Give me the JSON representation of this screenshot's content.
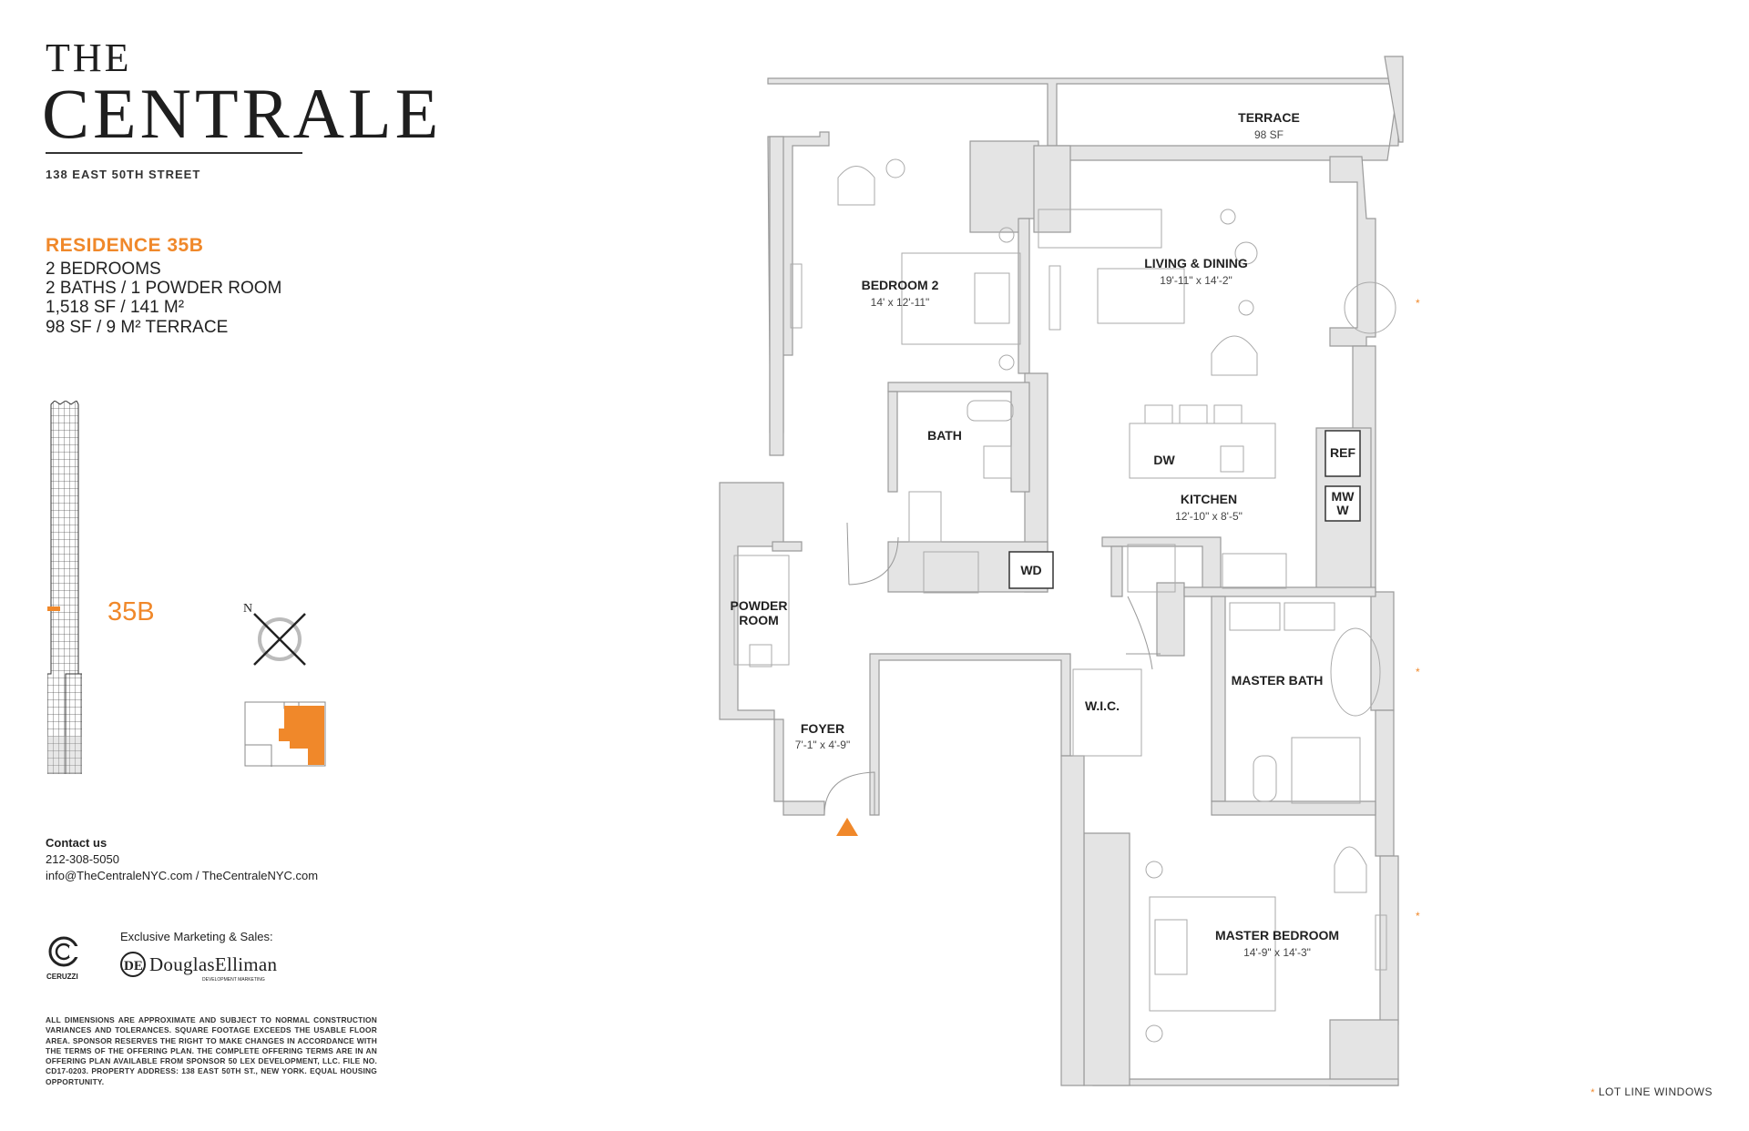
{
  "brand": {
    "line1": "THE",
    "line2": "CENTRALE",
    "address": "138 EAST 50TH STREET"
  },
  "residence": {
    "title": "RESIDENCE 35B",
    "bedrooms": "2 BEDROOMS",
    "baths": "2 BATHS / 1 POWDER ROOM",
    "area": "1,518 SF / 141 M²",
    "terrace": "98 SF / 9 M² TERRACE",
    "unit": "35B"
  },
  "compass": {
    "north": "N"
  },
  "contact": {
    "title": "Contact us",
    "phone": "212-308-5050",
    "web": "info@TheCentraleNYC.com / TheCentraleNYC.com"
  },
  "marketing": {
    "label": "Exclusive Marketing & Sales:",
    "ceruzzi": "CERUZZI",
    "de": "DouglasElliman",
    "de_sub": "DEVELOPMENT MARKETING"
  },
  "disclaimer": "ALL DIMENSIONS ARE APPROXIMATE AND SUBJECT TO NORMAL CONSTRUCTION VARIANCES AND TOLERANCES. SQUARE FOOTAGE EXCEEDS THE USABLE FLOOR AREA. SPONSOR RESERVES THE RIGHT TO MAKE CHANGES IN ACCORDANCE WITH THE TERMS OF THE OFFERING PLAN. THE COMPLETE OFFERING TERMS ARE IN AN OFFERING PLAN AVAILABLE FROM SPONSOR 50 LEX DEVELOPMENT, LLC. FILE NO. CD17-0203. PROPERTY ADDRESS: 138 EAST 50TH ST., NEW YORK. EQUAL HOUSING OPPORTUNITY.",
  "rooms": {
    "terrace": {
      "name": "TERRACE",
      "dim": "98 SF"
    },
    "living": {
      "name": "LIVING & DINING",
      "dim": "19'-11\" x 14'-2\""
    },
    "bedroom2": {
      "name": "BEDROOM 2",
      "dim": "14' x 12'-11\""
    },
    "bath": {
      "name": "BATH"
    },
    "kitchen": {
      "name": "KITCHEN",
      "dim": "12'-10\" x 8'-5\""
    },
    "powder1": "POWDER",
    "powder2": "ROOM",
    "foyer": {
      "name": "FOYER",
      "dim": "7'-1\" x 4'-9\""
    },
    "wic": "W.I.C.",
    "masterbath": "MASTER BATH",
    "masterbed": {
      "name": "MASTER BEDROOM",
      "dim": "14'-9\" x 14'-3\""
    }
  },
  "appliances": {
    "dw": "DW",
    "ref": "REF",
    "mw1": "MW",
    "mw2": "W",
    "wd": "WD"
  },
  "legend": {
    "star": "*",
    "lot_line": "LOT LINE WINDOWS"
  },
  "colors": {
    "accent": "#f0882a",
    "wall": "#e4e4e4",
    "wall_stroke": "#9a9a9a"
  }
}
